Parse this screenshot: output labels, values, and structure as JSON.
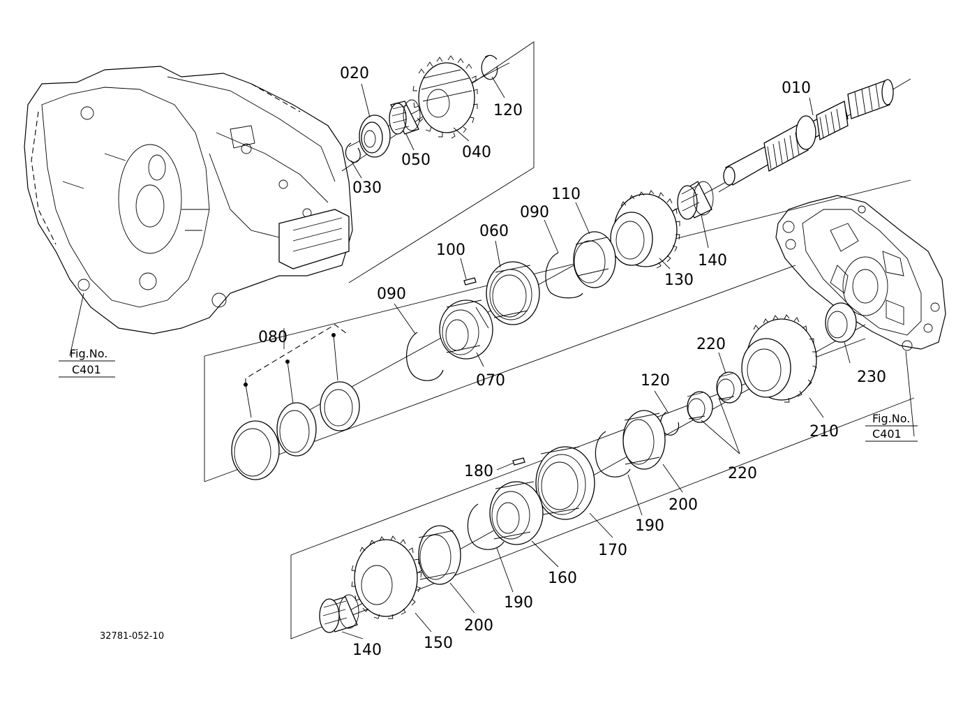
{
  "diagram": {
    "part_labels": {
      "p010": "010",
      "p020": "020",
      "p030": "030",
      "p040": "040",
      "p050": "050",
      "p060": "060",
      "p070": "070",
      "p080": "080",
      "p090a": "090",
      "p090b": "090",
      "p100": "100",
      "p110": "110",
      "p120a": "120",
      "p120b": "120",
      "p130": "130",
      "p140a": "140",
      "p140b": "140",
      "p150": "150",
      "p160": "160",
      "p170": "170",
      "p180": "180",
      "p190a": "190",
      "p190b": "190",
      "p200a": "200",
      "p200b": "200",
      "p210": "210",
      "p220a": "220",
      "p220b": "220",
      "p230": "230"
    },
    "figure_refs": {
      "left": {
        "line1": "Fig.No.",
        "line2": "C401"
      },
      "right": {
        "line1": "Fig.No.",
        "line2": "C401"
      }
    },
    "drawing_code": "32781-052-10",
    "line_color": "#000000",
    "background_color": "#ffffff"
  }
}
